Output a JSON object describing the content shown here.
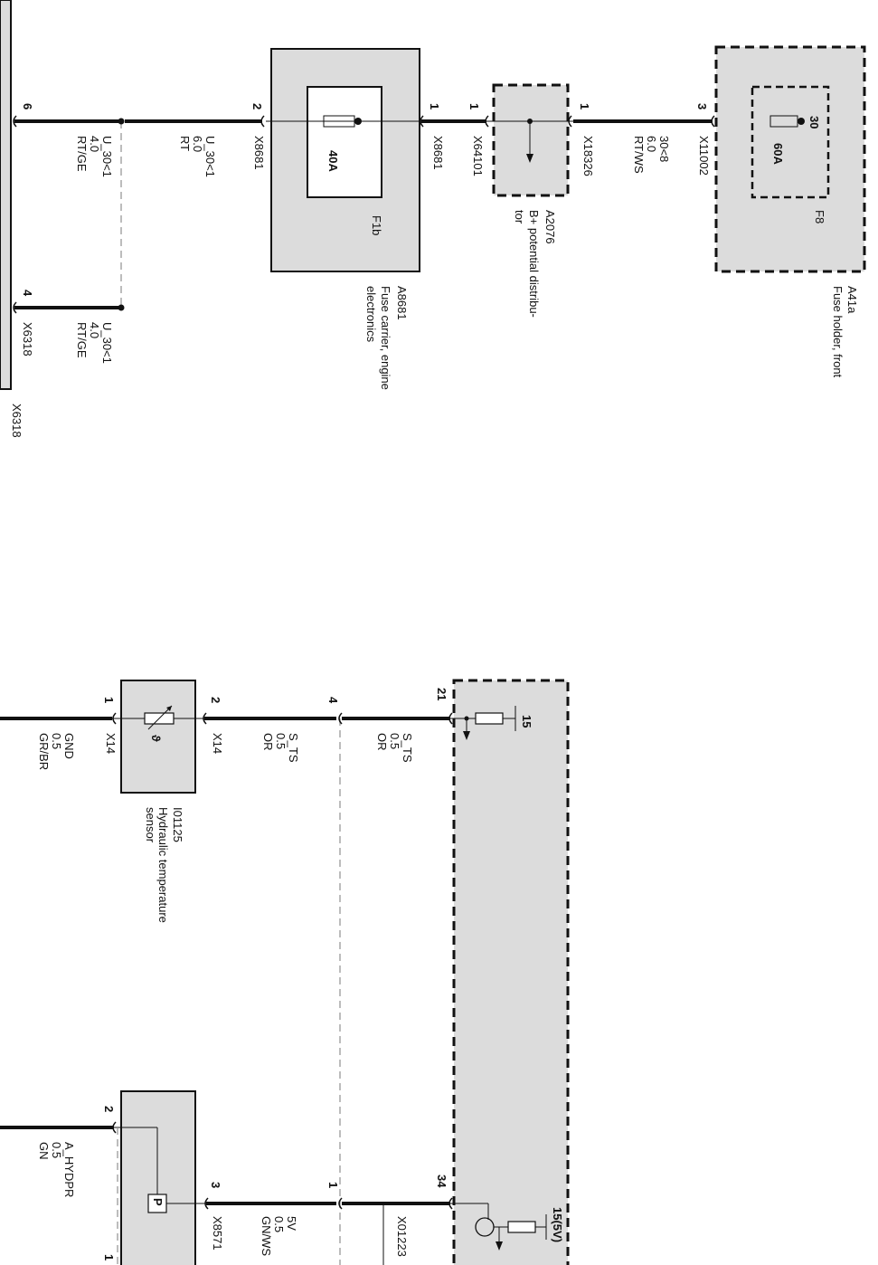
{
  "components": {
    "a41a": {
      "ref": "A41a",
      "desc": "Fuse holder, front",
      "fuse": "F8",
      "rating": "60A",
      "terminal": "30"
    },
    "a2076": {
      "ref": "A2076",
      "desc_line1": "B+ potential distribu-",
      "desc_line2": "tor"
    },
    "a8681": {
      "ref": "A8681",
      "desc_line1": "Fuse carrier, engine",
      "desc_line2": "electronics",
      "fuse": "F1b",
      "rating": "40A"
    },
    "i01125": {
      "ref": "I01125",
      "desc_line1": "Hydraulic temperature",
      "desc_line2": "sensor"
    },
    "pressure_sensor": {
      "symbol": "P"
    },
    "control_unit": {
      "supply1": "15",
      "supply2": "15(5V)"
    }
  },
  "connectors": {
    "x11002": "X11002",
    "x18326": "X18326",
    "x64101": "X64101",
    "x8681_in": "X8681",
    "x8681_out": "X8681",
    "x6318": "X6318",
    "x6318_edge": "X6318",
    "x14_a": "X14",
    "x14_b": "X14",
    "x8571": "X8571",
    "x01223": "X01223"
  },
  "pins": {
    "p_x11002": "3",
    "p_x18326": "1",
    "p_x64101": "1",
    "p_x8681_in": "1",
    "p_x8681_out": "2",
    "p_left6": "6",
    "p_left4": "4",
    "p_cu21": "21",
    "p_mid4": "4",
    "p_x14b": "2",
    "p_x14a": "1",
    "p_cu34": "34",
    "p_mid1": "1",
    "p_x8571": "3",
    "p_ps2": "2",
    "p_ps1": "1"
  },
  "wires": {
    "w1": {
      "name": "30<8",
      "size": "6.0",
      "color": "RT/WS"
    },
    "w2": {
      "name": "U_30<1",
      "size": "6.0",
      "color": "RT"
    },
    "w3": {
      "name": "U_30<1",
      "size": "4.0",
      "color": "RT/GE"
    },
    "w4": {
      "name": "U_30<1",
      "size": "4.0",
      "color": "RT/GE"
    },
    "w5": {
      "name": "S_TS",
      "size": "0.5",
      "color": "OR"
    },
    "w6": {
      "name": "S_TS",
      "size": "0.5",
      "color": "OR"
    },
    "w7": {
      "name": "GND",
      "size": "0.5",
      "color": "GR/BR"
    },
    "w8": {
      "name": "5V",
      "size": "0.5",
      "color": "GN/WS"
    },
    "w9": {
      "name": "A_HYDPR",
      "size": "0.5",
      "color": "GN"
    }
  }
}
